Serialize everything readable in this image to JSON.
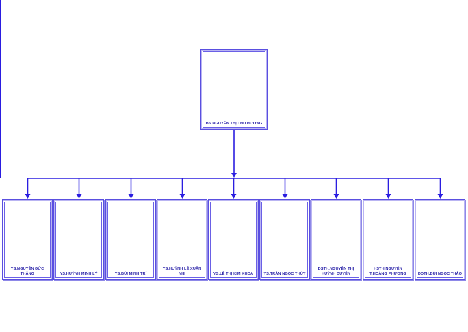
{
  "chart": {
    "root": {
      "label": "BS.NGUYỄN THỊ THU HƯƠNG"
    },
    "children": [
      {
        "label": "YS.NGUYỄN ĐỨC THẮNG"
      },
      {
        "label": "YS.HUỲNH MINH LÝ"
      },
      {
        "label": "YS.BÙI MINH TRÍ"
      },
      {
        "label": "YS.HUỲNH LÊ XUÂN NHI"
      },
      {
        "label": "YS.LÊ THỊ KIM KHOA"
      },
      {
        "label": "YS.TRẦN NGỌC THÚY"
      },
      {
        "label": "DSTH.NGUYỄN THỊ HUỲNH DUYÊN"
      },
      {
        "label": "HSTH.NGUYỄN T.HOÀNG PHƯƠNG"
      },
      {
        "label": "DDTH.BÙI NGỌC THẢO"
      }
    ]
  },
  "colors": {
    "connector": "#2b1ee0",
    "border": "#5a4fe0",
    "label": "#2a22a8"
  }
}
